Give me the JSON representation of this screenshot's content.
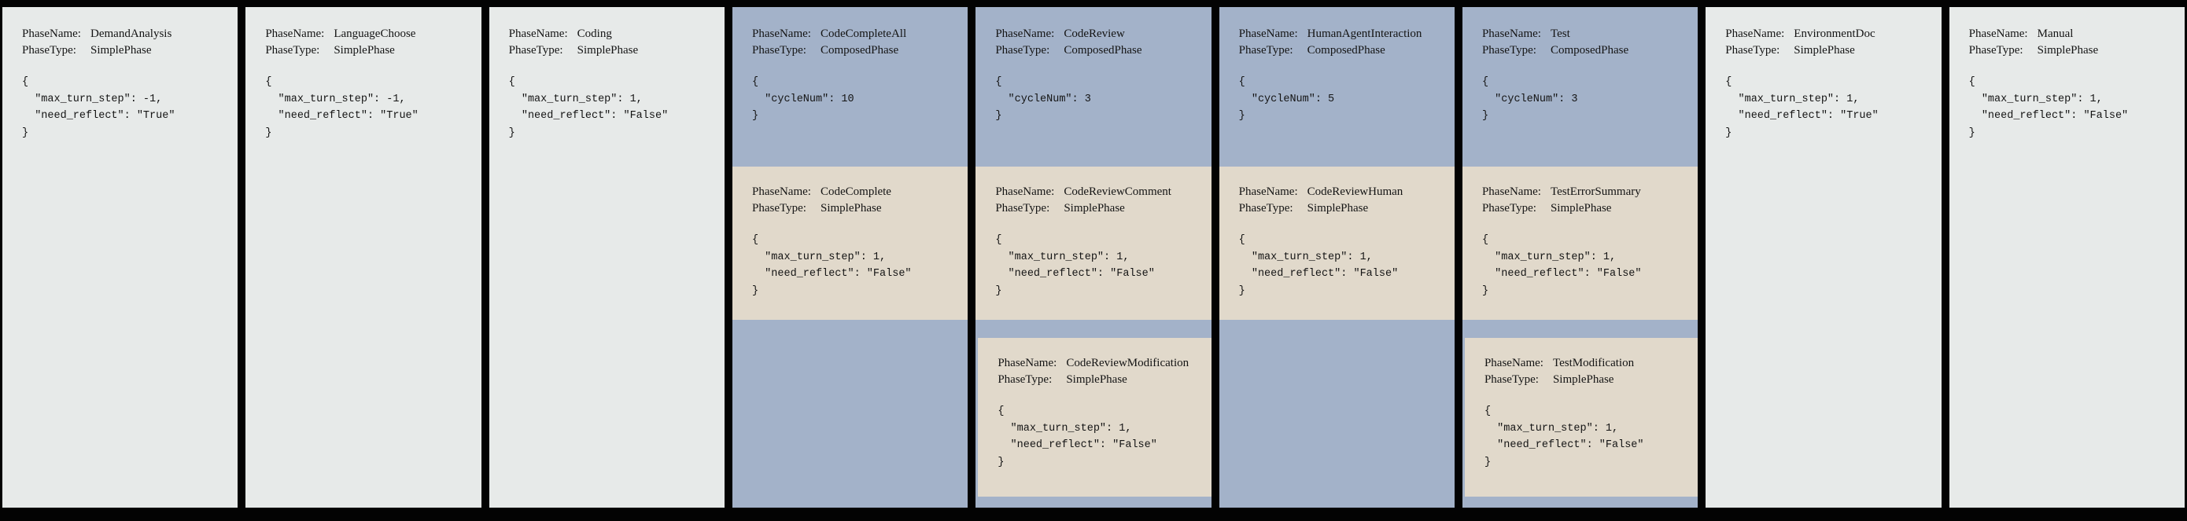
{
  "colors": {
    "bg": "#030303",
    "simple": "#e7eae9",
    "composed": "#a3b2c9",
    "subphase": "#e1d9cb",
    "text": "#141414"
  },
  "labels": {
    "phase_name": "PhaseName:",
    "phase_type": "PhaseType:"
  },
  "phases": [
    {
      "name": "DemandAnalysis",
      "type": "SimplePhase",
      "config": "{\n  \"max_turn_step\": -1,\n  \"need_reflect\": \"True\"\n}"
    },
    {
      "name": "LanguageChoose",
      "type": "SimplePhase",
      "config": "{\n  \"max_turn_step\": -1,\n  \"need_reflect\": \"True\"\n}"
    },
    {
      "name": "Coding",
      "type": "SimplePhase",
      "config": "{\n  \"max_turn_step\": 1,\n  \"need_reflect\": \"False\"\n}"
    },
    {
      "name": "CodeCompleteAll",
      "type": "ComposedPhase",
      "config": "{\n  \"cycleNum\": 10\n}",
      "subphases": [
        {
          "name": "CodeComplete",
          "type": "SimplePhase",
          "config": "{\n  \"max_turn_step\": 1,\n  \"need_reflect\": \"False\"\n}"
        }
      ]
    },
    {
      "name": "CodeReview",
      "type": "ComposedPhase",
      "config": "{\n  \"cycleNum\": 3\n}",
      "subphases": [
        {
          "name": "CodeReviewComment",
          "type": "SimplePhase",
          "config": "{\n  \"max_turn_step\": 1,\n  \"need_reflect\": \"False\"\n}"
        },
        {
          "name": "CodeReviewModification",
          "type": "SimplePhase",
          "config": "{\n  \"max_turn_step\": 1,\n  \"need_reflect\": \"False\"\n}"
        }
      ]
    },
    {
      "name": "HumanAgentInteraction",
      "type": "ComposedPhase",
      "config": "{\n  \"cycleNum\": 5\n}",
      "subphases": [
        {
          "name": "CodeReviewHuman",
          "type": "SimplePhase",
          "config": "{\n  \"max_turn_step\": 1,\n  \"need_reflect\": \"False\"\n}"
        }
      ]
    },
    {
      "name": "Test",
      "type": "ComposedPhase",
      "config": "{\n  \"cycleNum\": 3\n}",
      "subphases": [
        {
          "name": "TestErrorSummary",
          "type": "SimplePhase",
          "config": "{\n  \"max_turn_step\": 1,\n  \"need_reflect\": \"False\"\n}"
        },
        {
          "name": "TestModification",
          "type": "SimplePhase",
          "config": "{\n  \"max_turn_step\": 1,\n  \"need_reflect\": \"False\"\n}"
        }
      ]
    },
    {
      "name": "EnvironmentDoc",
      "type": "SimplePhase",
      "config": "{\n  \"max_turn_step\": 1,\n  \"need_reflect\": \"True\"\n}"
    },
    {
      "name": "Manual",
      "type": "SimplePhase",
      "config": "{\n  \"max_turn_step\": 1,\n  \"need_reflect\": \"False\"\n}"
    }
  ]
}
